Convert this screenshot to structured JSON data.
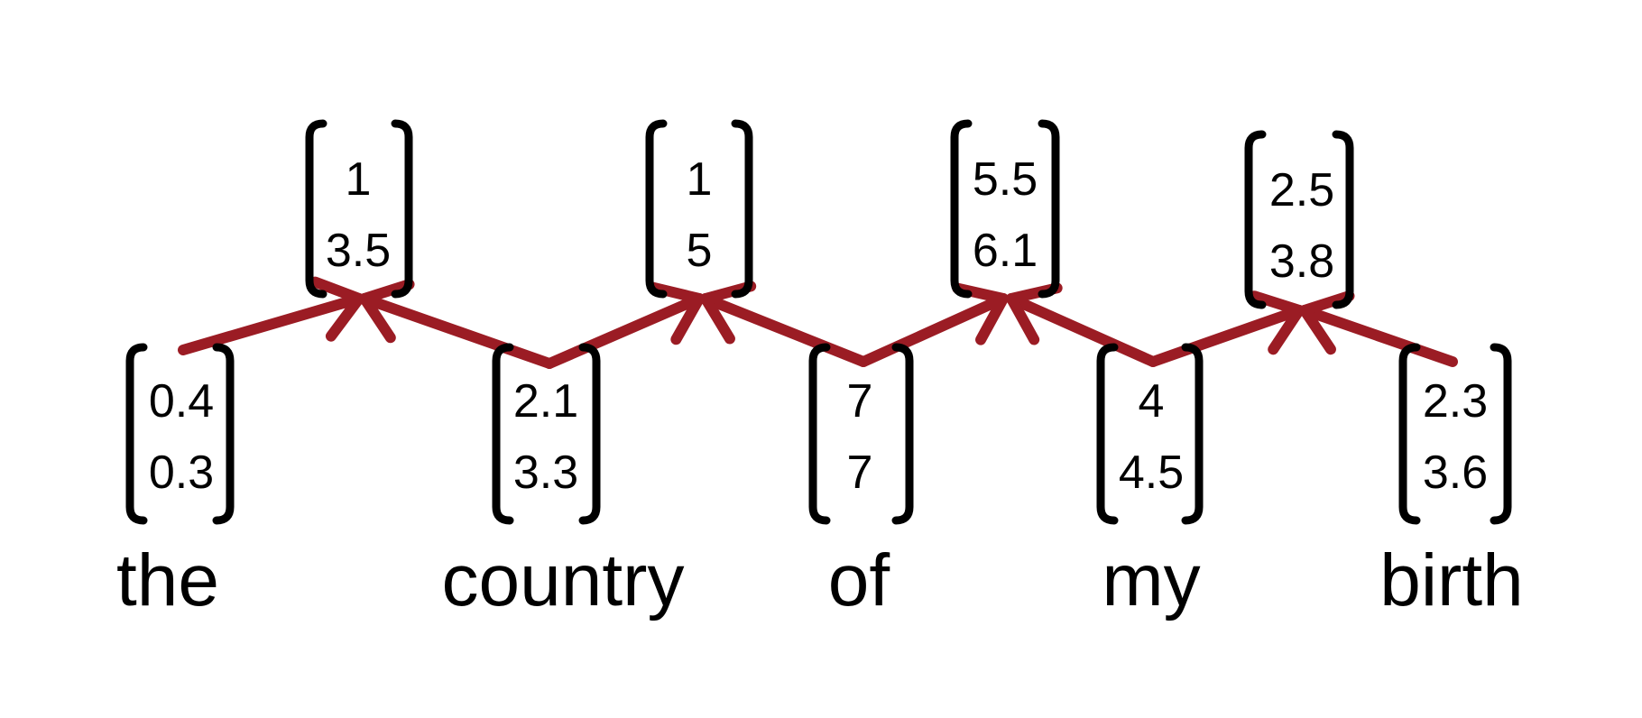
{
  "words": [
    "the",
    "country",
    "of",
    "my",
    "birth"
  ],
  "word_vectors": [
    {
      "word": "the",
      "values": [
        "0.4",
        "0.3"
      ]
    },
    {
      "word": "country",
      "values": [
        "2.1",
        "3.3"
      ]
    },
    {
      "word": "of",
      "values": [
        "7",
        "7"
      ]
    },
    {
      "word": "my",
      "values": [
        "4",
        "4.5"
      ]
    },
    {
      "word": "birth",
      "values": [
        "2.3",
        "3.6"
      ]
    }
  ],
  "combined_vectors": [
    {
      "values": [
        "1",
        "3.5"
      ],
      "children": [
        "the",
        "country"
      ]
    },
    {
      "values": [
        "1",
        "5"
      ],
      "children": [
        "country",
        "of"
      ]
    },
    {
      "values": [
        "5.5",
        "6.1"
      ],
      "children": [
        "of",
        "my"
      ]
    },
    {
      "values": [
        "2.5",
        "3.8"
      ],
      "children": [
        "my",
        "birth"
      ]
    }
  ],
  "colors": {
    "arrow": "#9b1c24",
    "bracket": "#000000",
    "text": "#000000"
  }
}
